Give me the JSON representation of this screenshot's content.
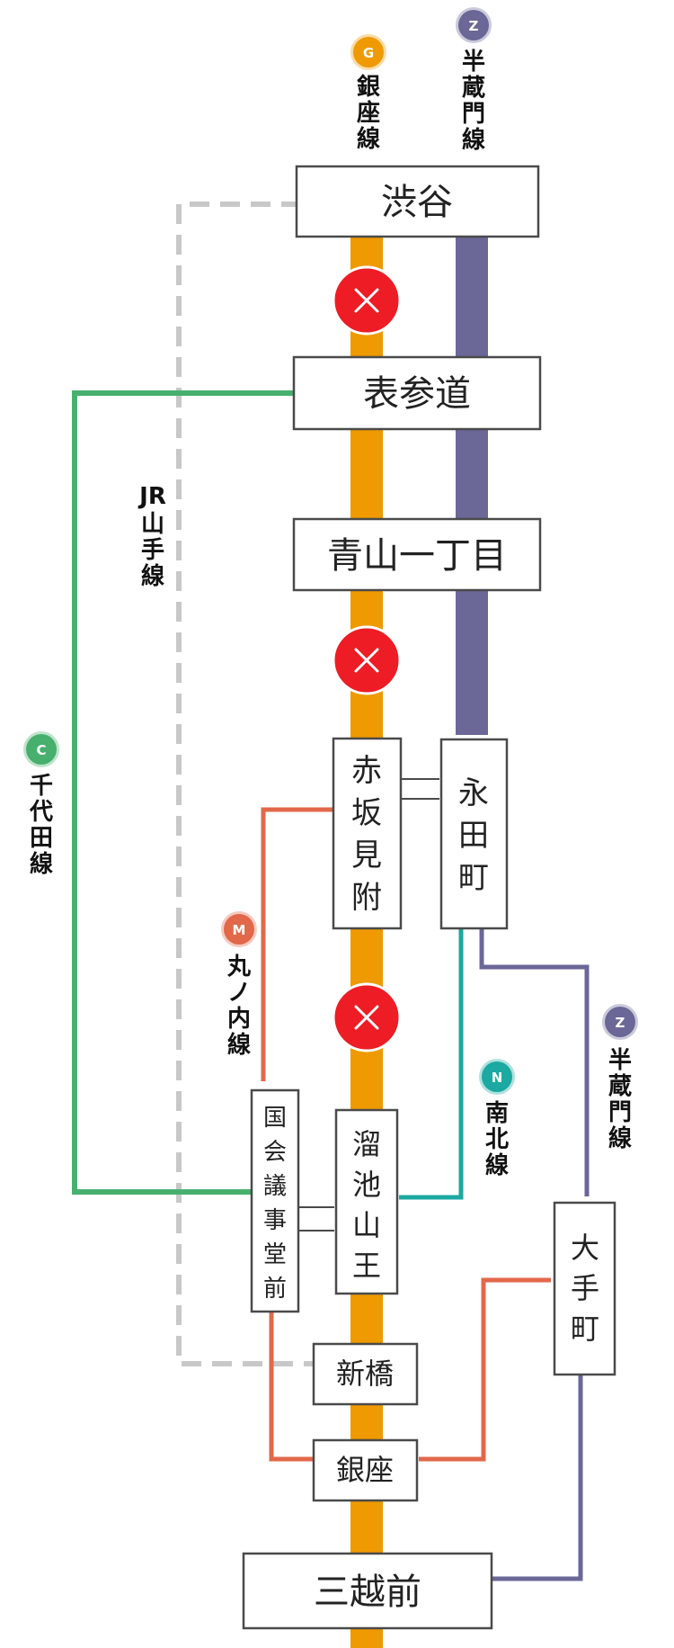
{
  "colors": {
    "ginza": "#EE9A00",
    "hanzomon": "#6B6797",
    "marunouchi": "#E2684A",
    "chiyoda": "#48B06E",
    "namboku": "#1BA9A1",
    "jr": "#C8C8C8",
    "suspend": "#EE1C25"
  },
  "stations": {
    "shibuya": "渋谷",
    "omotesando": "表参道",
    "aoyama": "青山一丁目",
    "akasaka_mitsuke": "赤坂見附",
    "nagatacho": "永田町",
    "kokkai": "国会議事堂前",
    "tameike": "溜池山王",
    "shimbashi": "新橋",
    "ginza": "銀座",
    "otemachi": "大手町",
    "mitsukoshimae": "三越前"
  },
  "lines": {
    "ginza": {
      "code": "G",
      "name": "銀座線"
    },
    "hanzomon": {
      "code": "Z",
      "name": "半蔵門線"
    },
    "marunouchi": {
      "code": "M",
      "name": "丸ノ内線"
    },
    "chiyoda": {
      "code": "C",
      "name": "千代田線"
    },
    "namboku": {
      "code": "N",
      "name": "南北線"
    },
    "jr": {
      "name_top": "JR",
      "name_rest": "山手線"
    }
  },
  "suspension_marks": [
    {
      "between": [
        "渋谷",
        "表参道"
      ],
      "icon": "x-icon"
    },
    {
      "between": [
        "青山一丁目",
        "赤坂見附"
      ],
      "icon": "x-icon"
    },
    {
      "between": [
        "赤坂見附",
        "溜池山王"
      ],
      "icon": "x-icon"
    }
  ]
}
